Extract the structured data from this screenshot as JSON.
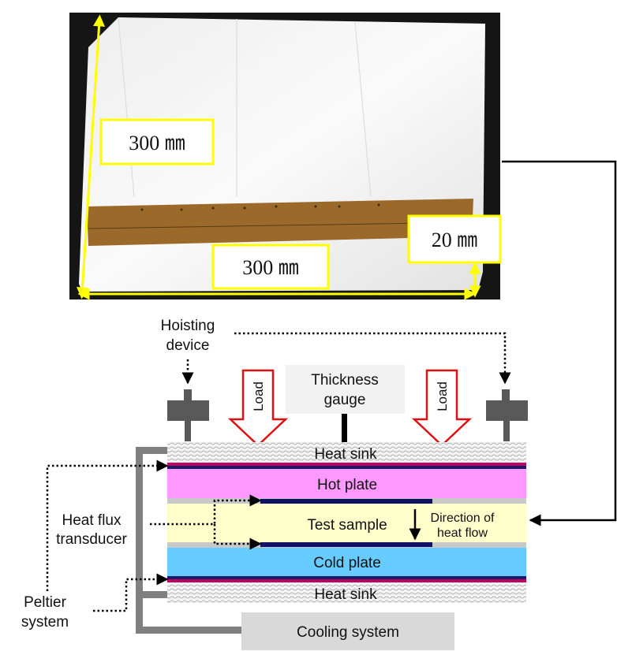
{
  "photo": {
    "dim_height": "300 ㎜",
    "dim_width": "300 ㎜",
    "dim_thickness": "20 ㎜"
  },
  "apparatus": {
    "hoisting_device": [
      "Hoisting",
      "device"
    ],
    "load_left": "Load",
    "load_right": "Load",
    "thickness_gauge": [
      "Thickness",
      "gauge"
    ],
    "heat_sink_top": "Heat sink",
    "hot_plate": "Hot plate",
    "test_sample": "Test sample",
    "direction_label": [
      "Direction of",
      "heat flow"
    ],
    "cold_plate": "Cold plate",
    "heat_sink_bottom": "Heat sink",
    "heat_flux_transducer": [
      "Heat flux",
      "transducer"
    ],
    "peltier_system": [
      "Peltier",
      "system"
    ],
    "cooling_system": "Cooling system"
  },
  "colors": {
    "hot_plate": "#ff99ff",
    "cold_plate": "#66ccff",
    "test_sample": "#ffffcc",
    "heat_sink": "#f2f2f2",
    "load_arrow": "#dd1111",
    "highlight_box": "#ffff00",
    "structure_gray": "#808080",
    "transducer": "#101066"
  }
}
